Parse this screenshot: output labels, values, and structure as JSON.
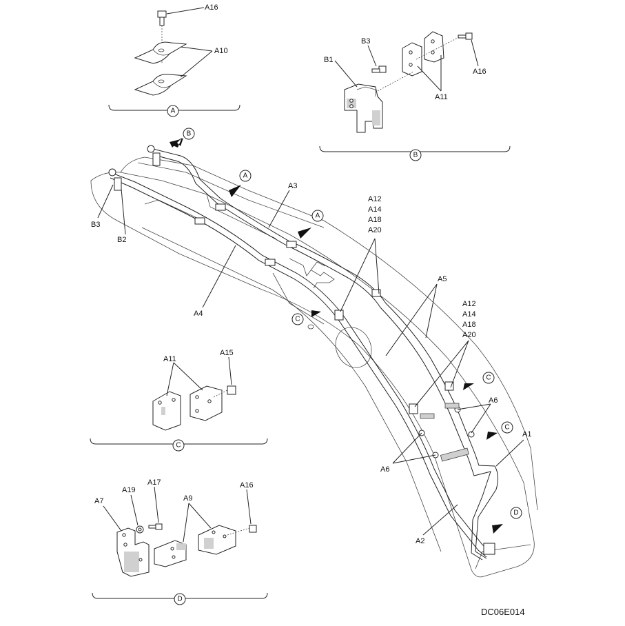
{
  "drawing_code": "DC06E014",
  "detail_views": {
    "A": {
      "label": "A",
      "callouts": [
        "A16",
        "A10"
      ]
    },
    "B": {
      "label": "B",
      "callouts": [
        "B3",
        "B1",
        "A16",
        "A11"
      ]
    },
    "C": {
      "label": "C",
      "callouts": [
        "A11",
        "A15"
      ]
    },
    "D": {
      "label": "D",
      "callouts": [
        "A7",
        "A19",
        "A17",
        "A9",
        "A16"
      ]
    }
  },
  "main_view": {
    "view_markers": [
      "B",
      "A",
      "A",
      "C",
      "C",
      "C",
      "D"
    ],
    "callouts": {
      "a3": "A3",
      "a4": "A4",
      "a5": "A5",
      "a1": "A1",
      "a2": "A2",
      "a6_right": "A6",
      "a6_left": "A6",
      "b3": "B3",
      "b2": "B2",
      "clamp_group_upper": [
        "A12",
        "A14",
        "A18",
        "A20"
      ],
      "clamp_group_lower": [
        "A12",
        "A14",
        "A18",
        "A20"
      ]
    }
  }
}
